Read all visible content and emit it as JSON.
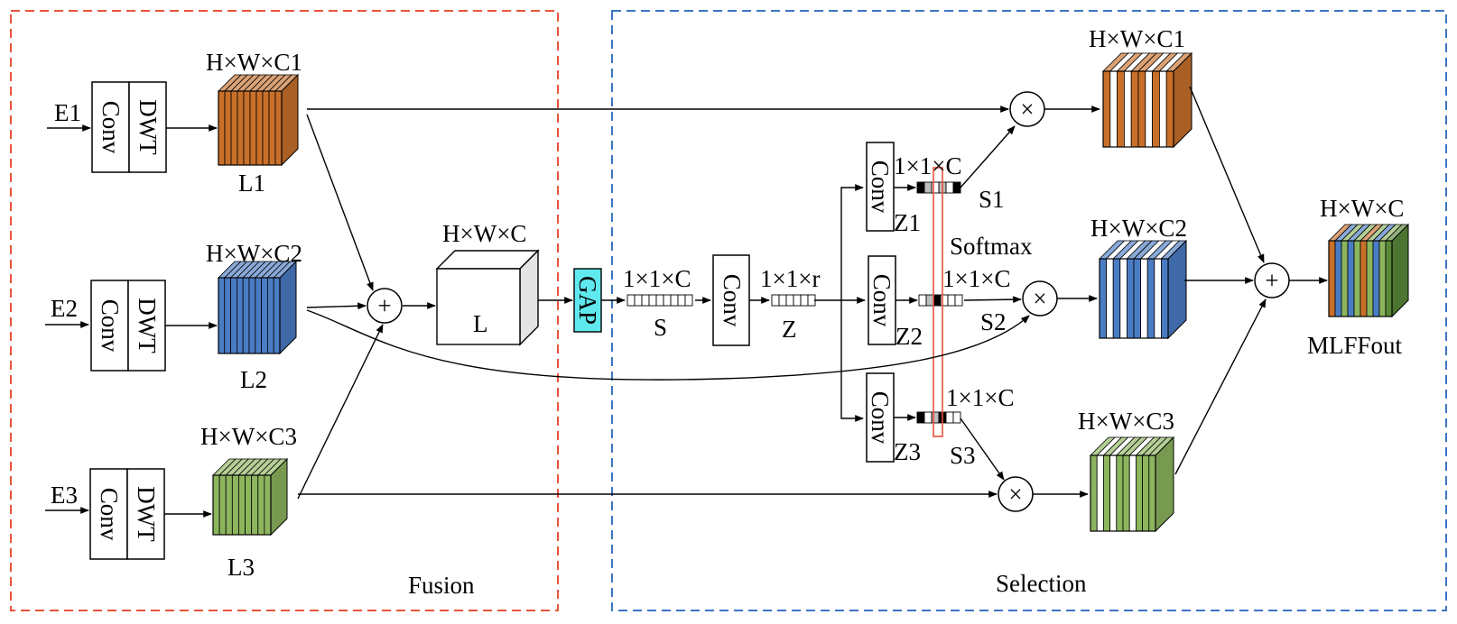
{
  "regions": {
    "fusion": "Fusion",
    "selection": "Selection"
  },
  "inputs": [
    "E1",
    "E2",
    "E3"
  ],
  "blocks": {
    "conv": "Conv",
    "dwt": "DWT",
    "gap": "GAP"
  },
  "tensors": {
    "l1_dim": "H×W×C1",
    "l1_name": "L1",
    "l2_dim": "H×W×C2",
    "l2_name": "L2",
    "l3_dim": "H×W×C3",
    "l3_name": "L3",
    "fused_dim": "H×W×C",
    "fused_name": "L",
    "s_dim": "1×1×C",
    "s_name": "S",
    "z_dim": "1×1×r",
    "z_name": "Z",
    "z1": "Z1",
    "z2": "Z2",
    "z3": "Z3",
    "w1_dim": "1×1×C",
    "w2_dim": "1×1×C",
    "w3_dim": "1×1×C",
    "s1": "S1",
    "s2": "S2",
    "s3": "S3",
    "softmax": "Softmax",
    "out1_dim": "H×W×C1",
    "out2_dim": "H×W×C2",
    "out3_dim": "H×W×C3",
    "final_dim": "H×W×C",
    "final_name": "MLFFout"
  },
  "operators": {
    "add": "+",
    "mul": "×"
  },
  "colors": {
    "fusion_border": "#e8533a",
    "selection_border": "#3c74c4",
    "orange": "#c8702a",
    "blue": "#4a7cc4",
    "green": "#8db55e",
    "darkgreen": "#5b8a3a",
    "gap": "#5fe8ee",
    "softmax_bar": "#e8533a"
  }
}
